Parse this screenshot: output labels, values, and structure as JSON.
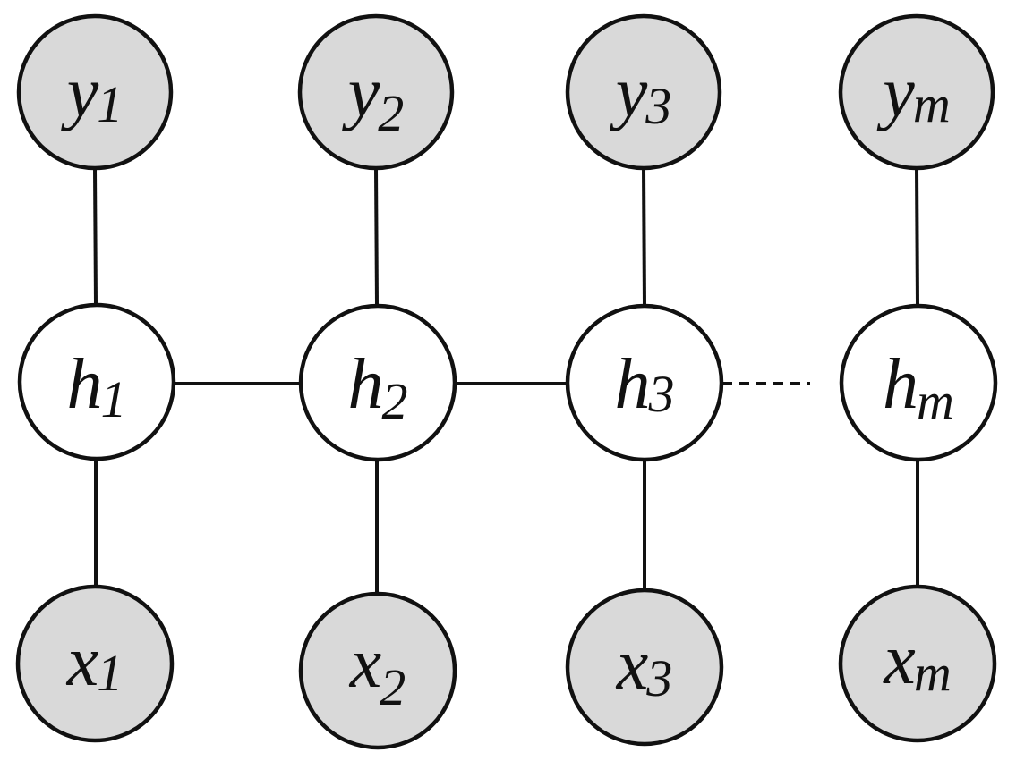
{
  "colors": {
    "observed_fill": "#d9d9d9",
    "hidden_fill": "#ffffff",
    "stroke": "#111111"
  },
  "nodes": {
    "y1": {
      "main": "y",
      "sub": "1",
      "kind": "observed"
    },
    "y2": {
      "main": "y",
      "sub": "2",
      "kind": "observed"
    },
    "y3": {
      "main": "y",
      "sub": "3",
      "kind": "observed"
    },
    "ym": {
      "main": "y",
      "sub": "m",
      "kind": "observed"
    },
    "h1": {
      "main": "h",
      "sub": "1",
      "kind": "hidden"
    },
    "h2": {
      "main": "h",
      "sub": "2",
      "kind": "hidden"
    },
    "h3": {
      "main": "h",
      "sub": "3",
      "kind": "hidden"
    },
    "hm": {
      "main": "h",
      "sub": "m",
      "kind": "hidden"
    },
    "x1": {
      "main": "x",
      "sub": "1",
      "kind": "observed"
    },
    "x2": {
      "main": "x",
      "sub": "2",
      "kind": "observed"
    },
    "x3": {
      "main": "x",
      "sub": "3",
      "kind": "observed"
    },
    "xm": {
      "main": "x",
      "sub": "m",
      "kind": "observed"
    }
  },
  "edges": [
    {
      "from": "y1",
      "to": "h1",
      "style": "solid"
    },
    {
      "from": "y2",
      "to": "h2",
      "style": "solid"
    },
    {
      "from": "y3",
      "to": "h3",
      "style": "solid"
    },
    {
      "from": "ym",
      "to": "hm",
      "style": "solid"
    },
    {
      "from": "h1",
      "to": "x1",
      "style": "solid"
    },
    {
      "from": "h2",
      "to": "x2",
      "style": "solid"
    },
    {
      "from": "h3",
      "to": "x3",
      "style": "solid"
    },
    {
      "from": "hm",
      "to": "xm",
      "style": "solid"
    },
    {
      "from": "h1",
      "to": "h2",
      "style": "solid"
    },
    {
      "from": "h2",
      "to": "h3",
      "style": "solid"
    },
    {
      "from": "h3",
      "to": "hm",
      "style": "dashed"
    }
  ]
}
